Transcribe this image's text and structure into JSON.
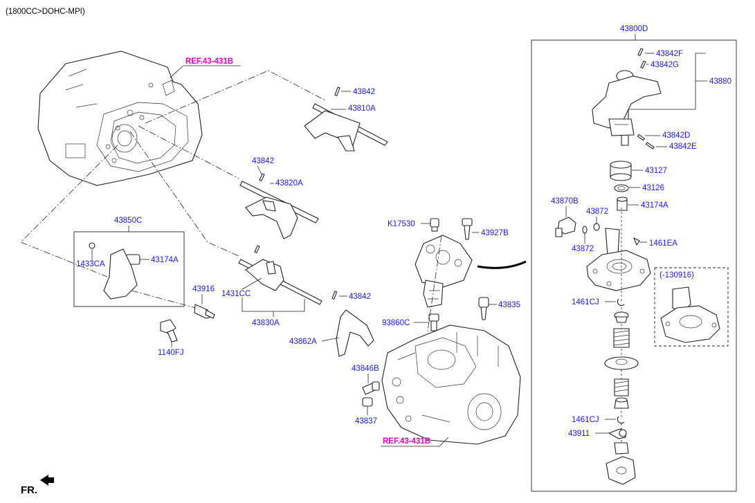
{
  "header": {
    "spec": "(1800CC>DOHC-MPI)"
  },
  "refs": {
    "upper": "REF.43-431B",
    "lower": "REF.43-431B"
  },
  "orientation": {
    "label": "FR."
  },
  "parts": {
    "p43800D": "43800D",
    "p43842F": "43842F",
    "p43842G": "43842G",
    "p43880": "43880",
    "p43842D": "43842D",
    "p43842E": "43842E",
    "p43127": "43127",
    "p43126": "43126",
    "p43870B": "43870B",
    "p43872a": "43872",
    "p43174A_r": "43174A",
    "p43872b": "43872",
    "p1461EA": "1461EA",
    "p130916": "(-130916)",
    "p1461CJa": "1461CJ",
    "p1461CJb": "1461CJ",
    "p43911": "43911",
    "p43842_1": "43842",
    "p43810A": "43810A",
    "p43842_2": "43842",
    "p43820A": "43820A",
    "p43850C": "43850C",
    "p1433CA": "1433CA",
    "p43174A_l": "43174A",
    "p43916": "43916",
    "p1431CC": "1431CC",
    "p43830A": "43830A",
    "p43842_3": "43842",
    "p43862A": "43862A",
    "p1140FJ": "1140FJ",
    "pK17530": "K17530",
    "p43927B": "43927B",
    "p93860C": "93860C",
    "p43835": "43835",
    "p43846B": "43846B",
    "p43837": "43837"
  }
}
